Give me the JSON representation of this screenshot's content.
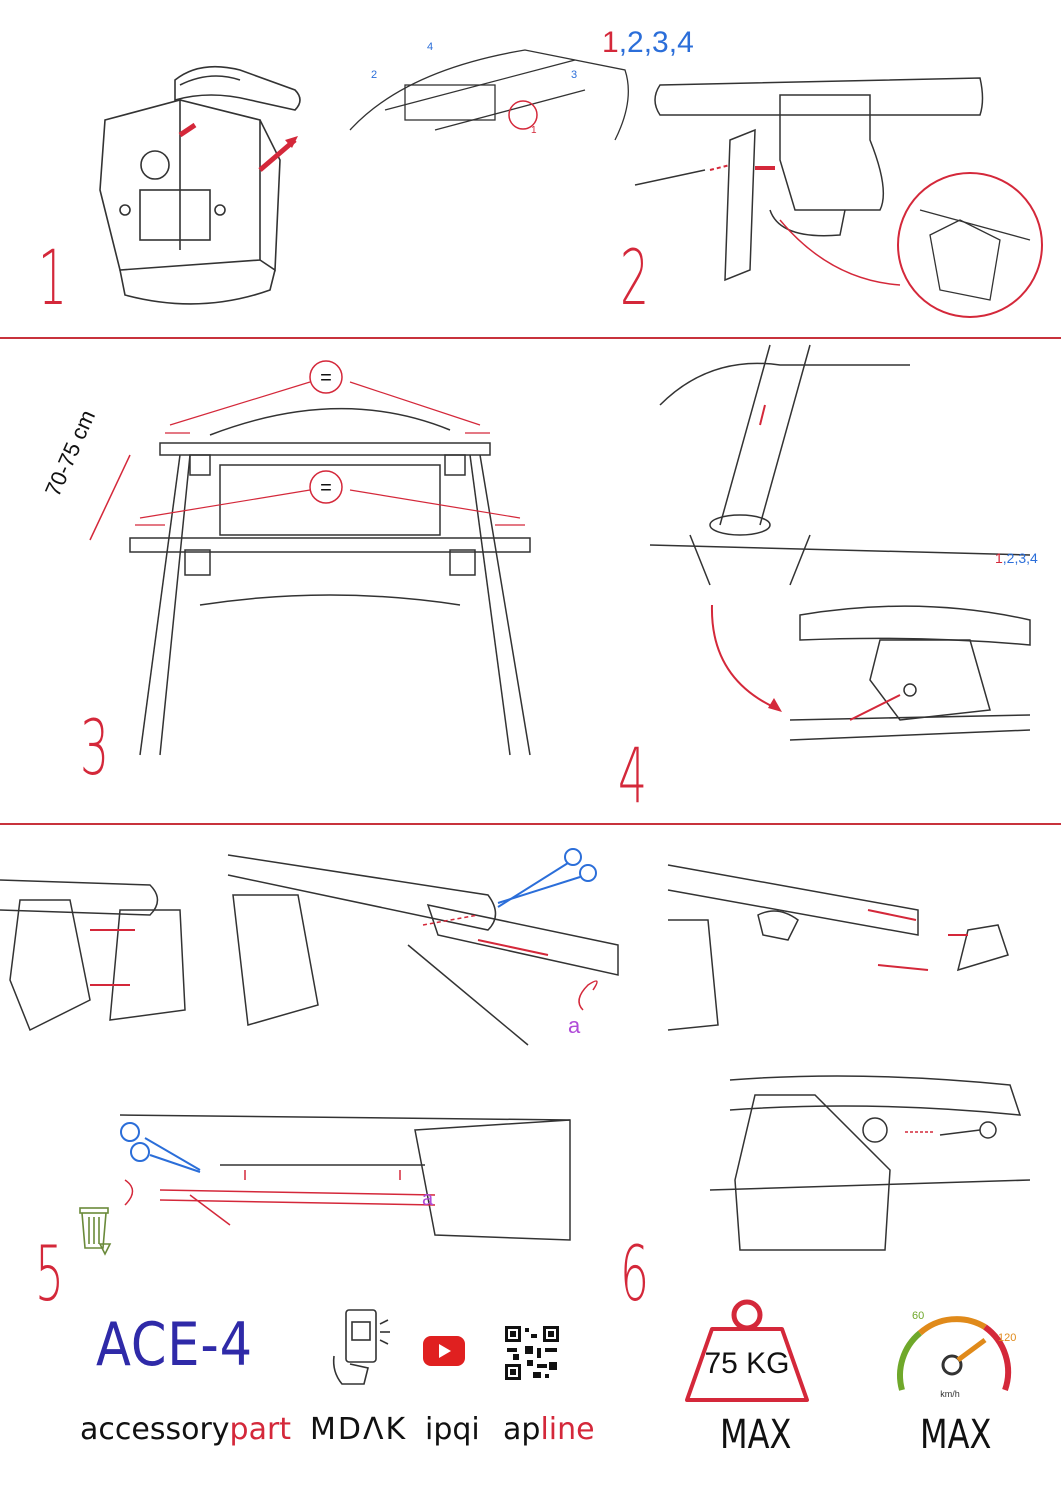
{
  "steps": {
    "s1": "1",
    "s2": "2",
    "s3": "3",
    "s4": "4",
    "s5": "5",
    "s6": "6"
  },
  "sequence_top": {
    "first": "1",
    "sep1": ",",
    "rest": "2,3,4"
  },
  "sequence_mid": {
    "first": "1",
    "rest": ",2,3,4"
  },
  "car_corner_labels": {
    "c1": "1",
    "c2": "2",
    "c3": "3",
    "c4": "4"
  },
  "measure": {
    "spacing": "70-75 cm",
    "equal_sign": "="
  },
  "markers": {
    "a1": "a",
    "a2": "a"
  },
  "model_code": "ACE-4",
  "brands": {
    "accessory_prefix": "accessory",
    "accessory_suffix": "part",
    "mdak": "MDΛK",
    "ipqi": "ipqi",
    "apline_prefix": "ap",
    "apline_suffix": "line"
  },
  "load": {
    "weight": "75 KG",
    "label": "MAX"
  },
  "speed": {
    "tick_low": "60",
    "tick_high": "120",
    "unit": "km/h",
    "label": "MAX"
  },
  "colors": {
    "accent_red": "#d4283a",
    "blue": "#2b6ed9",
    "model_blue": "#2f2aa8",
    "marker_purple": "#b04ad8",
    "youtube_red": "#e02020"
  },
  "icons": [
    "phone-qr-scan-icon",
    "youtube-icon",
    "qr-code-icon",
    "recycle-bin-icon",
    "scissors-icon",
    "weight-icon",
    "speedometer-icon"
  ]
}
